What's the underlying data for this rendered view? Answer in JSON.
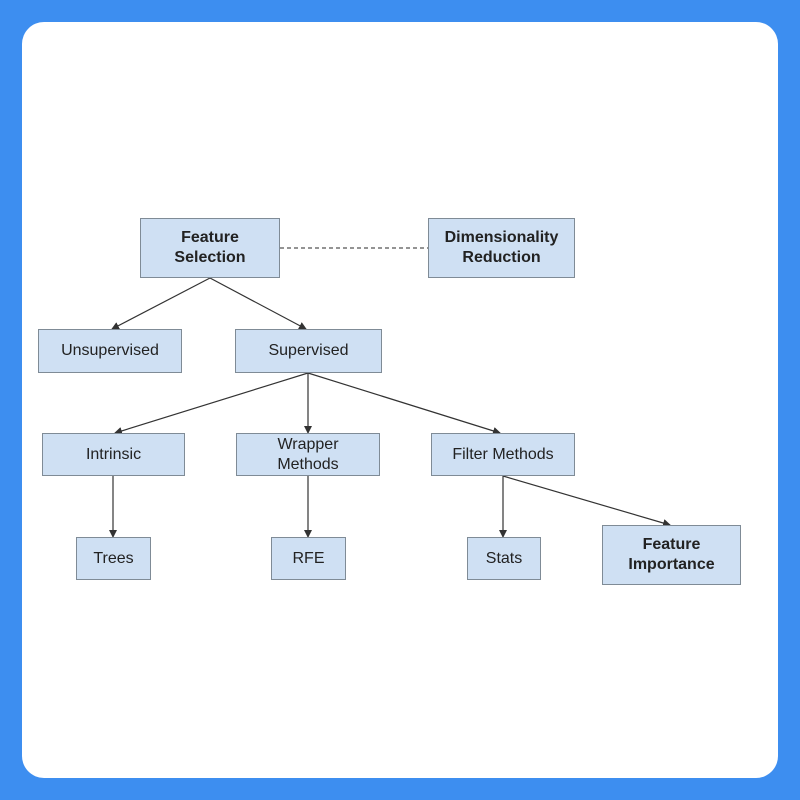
{
  "colors": {
    "background": "#3d8ef0",
    "card": "#ffffff",
    "node_fill": "#cfe0f3",
    "node_border": "#7f8b96",
    "edge": "#333333"
  },
  "nodes": {
    "feature_selection": "Feature\nSelection",
    "dimensionality_reduction": "Dimensionality\nReduction",
    "unsupervised": "Unsupervised",
    "supervised": "Supervised",
    "intrinsic": "Intrinsic",
    "wrapper_methods": "Wrapper\nMethods",
    "filter_methods": "Filter Methods",
    "trees": "Trees",
    "rfe": "RFE",
    "stats": "Stats",
    "feature_importance": "Feature\nImportance"
  },
  "edges": [
    {
      "from": "feature_selection",
      "to": "dimensionality_reduction",
      "style": "dashed"
    },
    {
      "from": "feature_selection",
      "to": "unsupervised",
      "style": "arrow"
    },
    {
      "from": "feature_selection",
      "to": "supervised",
      "style": "arrow"
    },
    {
      "from": "supervised",
      "to": "intrinsic",
      "style": "arrow"
    },
    {
      "from": "supervised",
      "to": "wrapper_methods",
      "style": "arrow"
    },
    {
      "from": "supervised",
      "to": "filter_methods",
      "style": "arrow"
    },
    {
      "from": "intrinsic",
      "to": "trees",
      "style": "arrow"
    },
    {
      "from": "wrapper_methods",
      "to": "rfe",
      "style": "arrow"
    },
    {
      "from": "filter_methods",
      "to": "stats",
      "style": "arrow"
    },
    {
      "from": "filter_methods",
      "to": "feature_importance",
      "style": "arrow"
    }
  ]
}
